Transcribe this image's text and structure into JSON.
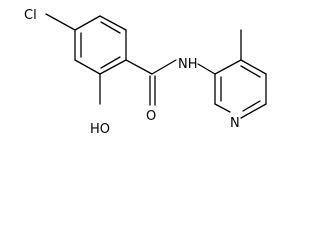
{
  "molecule": {
    "atoms": {
      "chlorine": "Cl",
      "hydroxyl": "HO",
      "carbonyl_oxygen": "O",
      "amide_nh": "NH",
      "pyridine_n": "N"
    }
  }
}
